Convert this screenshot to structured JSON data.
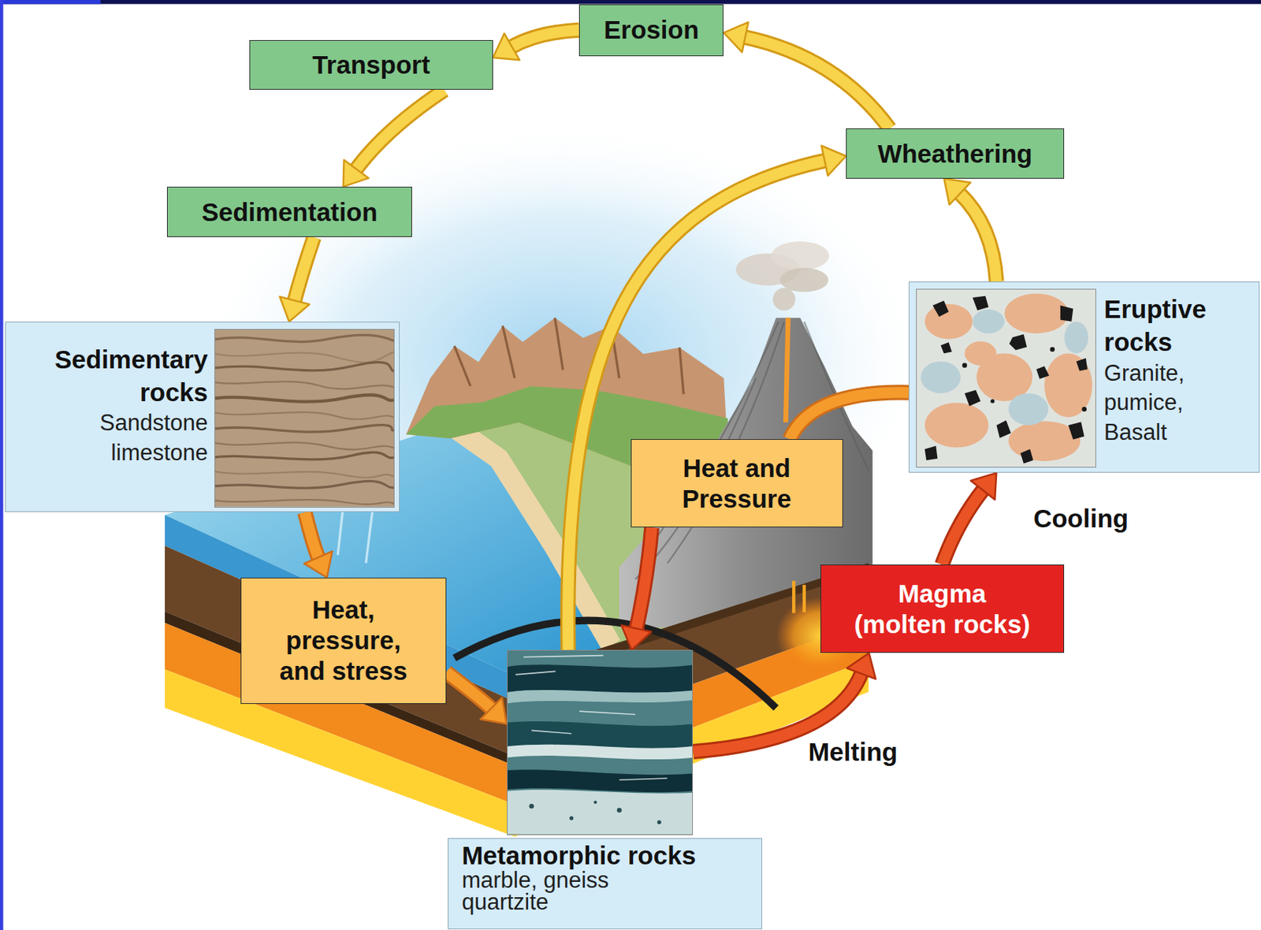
{
  "diagram": {
    "nodes": [
      {
        "text": [
          "Erosion"
        ]
      },
      {
        "text": [
          "Transport"
        ]
      },
      {
        "text": [
          "Wheathering"
        ]
      },
      {
        "text": [
          "Sedimentation"
        ]
      },
      {
        "text": [
          "Eruptive rocks",
          "Granite, pumice, Basalt"
        ]
      },
      {
        "text": [
          "Sedimentary rocks",
          "Sandstone limestone"
        ]
      },
      {
        "text": [
          "Heat and Pressure"
        ]
      },
      {
        "text": [
          "Magma (molten rocks)"
        ]
      },
      {
        "text": [
          "Heat, pressure, and stress"
        ]
      },
      {
        "text": [
          "Metamorphic rocks",
          "marble, gneiss quartzite"
        ]
      }
    ],
    "edges": [
      {
        "from": 0,
        "to": 1,
        "arrow": "to"
      },
      {
        "from": 1,
        "to": 3,
        "arrow": "to"
      },
      {
        "from": 3,
        "to": 5,
        "arrow": "to"
      },
      {
        "from": 5,
        "to": 8,
        "arrow": "to"
      },
      {
        "from": 8,
        "to": 9,
        "arrow": "to"
      },
      {
        "from": 9,
        "to": 7,
        "arrow": "to",
        "label": "Melting"
      },
      {
        "from": 7,
        "to": 4,
        "arrow": "to",
        "label": "Cooling"
      },
      {
        "from": 4,
        "to": 6,
        "arrow": "none"
      },
      {
        "from": 6,
        "to": 9,
        "arrow": "to"
      },
      {
        "from": 9,
        "to": 2,
        "arrow": "to"
      },
      {
        "from": 4,
        "to": 2,
        "arrow": "to"
      },
      {
        "from": 2,
        "to": 0,
        "arrow": "to"
      }
    ]
  }
}
